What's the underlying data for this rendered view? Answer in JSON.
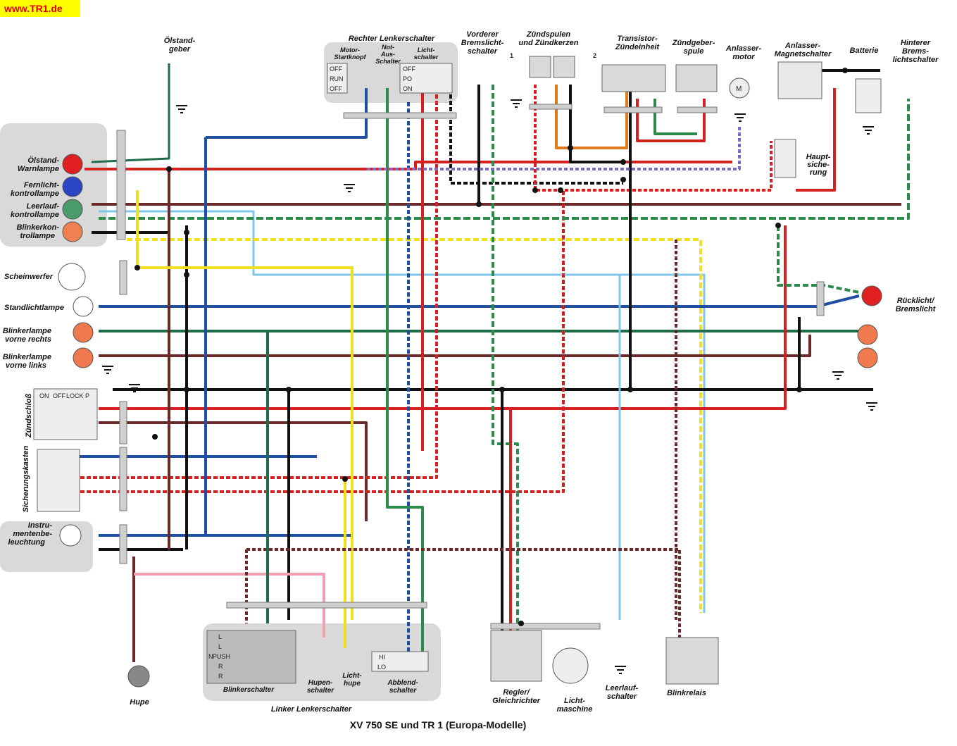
{
  "site": "www.TR1.de",
  "title": "XV 750 SE und TR 1 (Europa-Modelle)",
  "labels": {
    "oelstandgeber": [
      "Ölstand-",
      "geber"
    ],
    "rechter_lenkerschalter": "Rechter Lenkerschalter",
    "motor_startknopf": [
      "Motor-",
      "Startknopf"
    ],
    "not_aus": [
      "Not-",
      "Aus-",
      "Schalter"
    ],
    "lichtschalter": [
      "Licht-",
      "schalter"
    ],
    "vorderer_bremslicht": [
      "Vorderer",
      "Bremslicht-",
      "schalter"
    ],
    "zuendspulen": [
      "Zündspulen",
      "und Zündkerzen"
    ],
    "transistor": [
      "Transistor-",
      "Zündeinheit"
    ],
    "zuendgeber": [
      "Zündgeber-",
      "spule"
    ],
    "anlasser": [
      "Anlasser-",
      "motor"
    ],
    "anlasser_magnet": [
      "Anlasser-",
      "Magnetschalter"
    ],
    "batterie": "Batterie",
    "hinterer_bremslicht": [
      "Hinterer",
      "Brems-",
      "lichtschalter"
    ],
    "hauptsicherung": [
      "Haupt-",
      "siche-",
      "rung"
    ],
    "oelstand_warnlampe": [
      "Ölstand-",
      "Warnlampe"
    ],
    "fernlicht": [
      "Fernlicht-",
      "kontrollampe"
    ],
    "leerlauf_kontroll": [
      "Leerlauf-",
      "kontrollampe"
    ],
    "blinker_kontroll": [
      "Blinkerkon-",
      "trollampe"
    ],
    "scheinwerfer": "Scheinwerfer",
    "standlicht": "Standlichtlampe",
    "blinker_vr": [
      "Blinkerlampe",
      "vorne rechts"
    ],
    "blinker_vl": [
      "Blinkerlampe",
      "vorne links"
    ],
    "zuendschloss": "Zündschloß",
    "sicherungskasten": "Sicherungskasten",
    "instrumenten": [
      "Instru-",
      "mentenbe-",
      "leuchtung"
    ],
    "ruecklicht": [
      "Rücklicht/",
      "Bremslicht"
    ],
    "hupe": "Hupe",
    "linker_lenkerschalter": "Linker Lenkerschalter",
    "blinkerschalter": "Blinkerschalter",
    "hupenschalter": [
      "Hupen-",
      "schalter"
    ],
    "lichthupe": [
      "Licht-",
      "hupe"
    ],
    "abblendschalter": [
      "Abblend-",
      "schalter"
    ],
    "regler": [
      "Regler/",
      "Gleichrichter"
    ],
    "lichtmaschine": [
      "Licht-",
      "maschine"
    ],
    "leerlaufschalter": [
      "Leerlauf-",
      "schalter"
    ],
    "blinkrelais": "Blinkrelais"
  },
  "switch_marks": {
    "motor": [
      "OFF",
      "RUN",
      "OFF"
    ],
    "licht": [
      "OFF",
      "PO",
      "ON"
    ],
    "zuend_header": [
      "ON",
      "OFF",
      "LOCK",
      "P"
    ],
    "blinker": [
      "L",
      "L",
      "N",
      "PUSH",
      "R",
      "R"
    ],
    "abblend": [
      "HI",
      "LO"
    ],
    "coil_nums": [
      "1",
      "2"
    ],
    "motor_m": "M"
  },
  "colors": {
    "red": "#d42020",
    "black": "#111111",
    "blue": "#1f4fa0",
    "brown": "#6b2a2a",
    "green": "#2e8a4a",
    "yellow": "#f0e020",
    "lightblue": "#7fc6ea",
    "purple": "#7a6ad0",
    "orange": "#e07a1e",
    "pink": "#f0a0b0",
    "darkgreen": "#1f6b4a",
    "panel": "#d9d9d9"
  }
}
